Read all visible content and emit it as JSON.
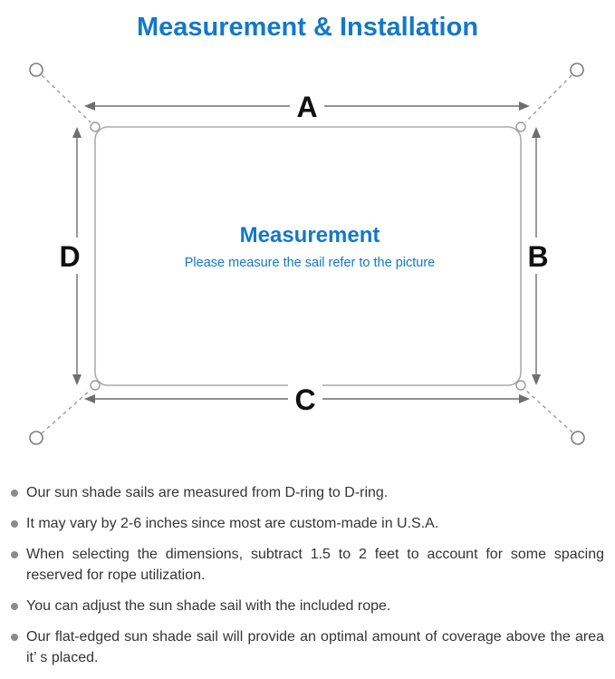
{
  "title": "Measurement & Installation",
  "diagram": {
    "labels": {
      "top": "A",
      "right": "B",
      "bottom": "C",
      "left": "D"
    },
    "center_title": "Measurement",
    "center_subtitle": "Please measure the sail refer to the picture"
  },
  "bullets": [
    "Our sun shade sails are measured from D-ring to D-ring.",
    "It may vary by 2-6 inches since most are custom-made in U.S.A.",
    "When selecting the dimensions, subtract 1.5 to 2 feet to account for some spacing reserved for rope utilization.",
    "You can adjust the sun shade sail with the included rope.",
    "Our flat-edged sun shade sail will provide an optimal amount of coverage above the area it’ s placed."
  ],
  "colors": {
    "accent": "#1478c8",
    "text": "#353535",
    "line-gray": "#7d7d7d",
    "light-gray": "#ababab"
  }
}
